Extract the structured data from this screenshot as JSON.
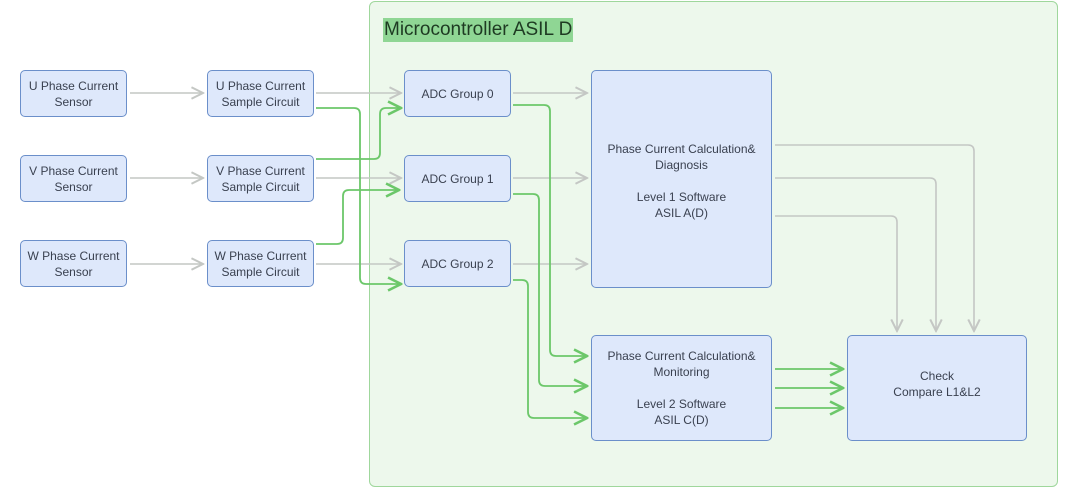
{
  "container": {
    "title": "Microcontroller ASIL D"
  },
  "sensors": [
    {
      "line1": "U Phase Current",
      "line2": "Sensor"
    },
    {
      "line1": "V Phase Current",
      "line2": "Sensor"
    },
    {
      "line1": "W Phase Current",
      "line2": "Sensor"
    }
  ],
  "sample_circuits": [
    {
      "line1": "U Phase Current",
      "line2": "Sample Circuit"
    },
    {
      "line1": "V Phase Current",
      "line2": "Sample Circuit"
    },
    {
      "line1": "W Phase Current",
      "line2": "Sample Circuit"
    }
  ],
  "adc_groups": [
    {
      "label": "ADC Group 0"
    },
    {
      "label": "ADC Group 1"
    },
    {
      "label": "ADC Group 2"
    }
  ],
  "level1": {
    "line1": "Phase Current Calculation&",
    "line2": "Diagnosis",
    "line3": "Level 1 Software",
    "line4": "ASIL A(D)"
  },
  "level2": {
    "line1": "Phase Current Calculation&",
    "line2": "Monitoring",
    "line3": "Level 2 Software",
    "line4": "ASIL C(D)"
  },
  "check": {
    "line1": "Check",
    "line2": "Compare L1&L2"
  },
  "colors": {
    "gray_link": "#c4c7c4",
    "green_link": "#6cc76a",
    "box_fill": "#dee8fb",
    "box_border": "#6b8fca",
    "container_fill": "#edf8ec",
    "title_highlight": "#8fd694"
  }
}
